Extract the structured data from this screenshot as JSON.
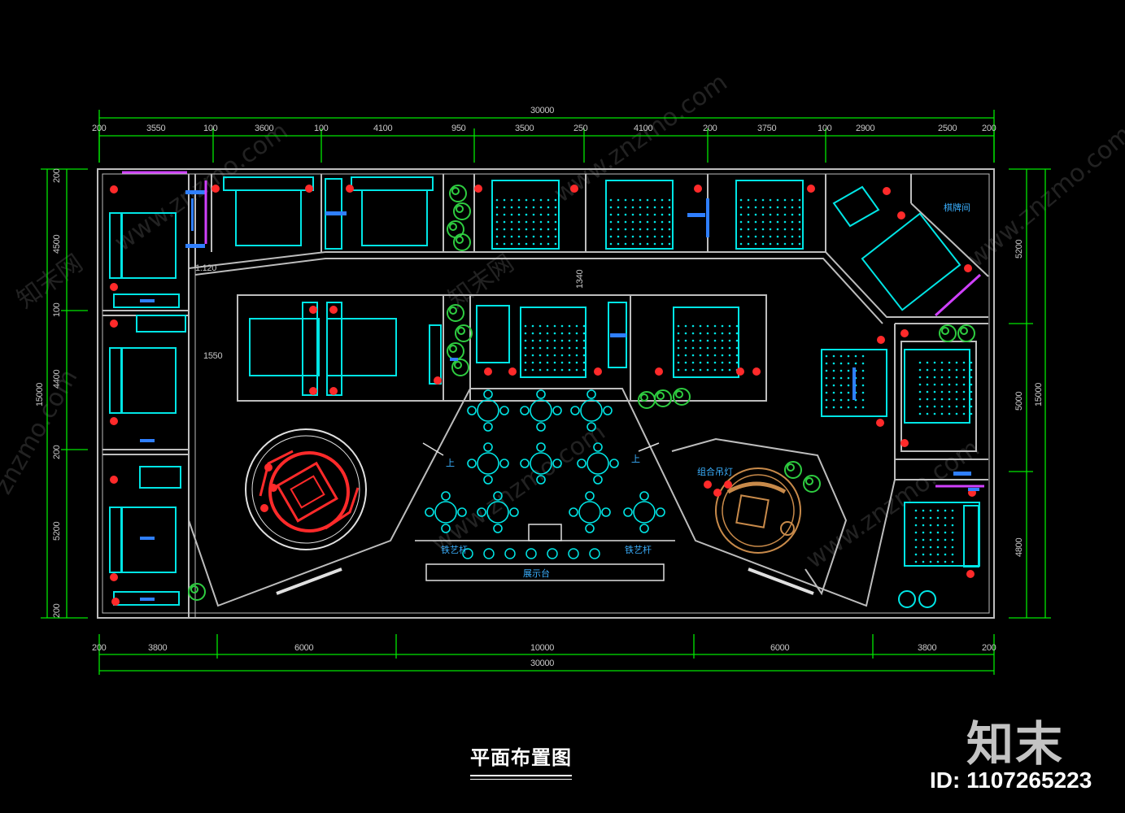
{
  "drawing": {
    "title": "平面布置图",
    "brand": "知末",
    "id_label": "ID: 1107265223",
    "watermarks": [
      "www.znzmo.com",
      "知末网",
      "znzmo.com"
    ]
  },
  "dimensions": {
    "top_total": "30000",
    "top_segments": [
      "200",
      "3550",
      "100",
      "3600",
      "100",
      "4100",
      "950",
      "3500",
      "250",
      "4100",
      "200",
      "3750",
      "100",
      "2900",
      "2500",
      "200"
    ],
    "bottom_segments": [
      "200",
      "3800",
      "6000",
      "10000",
      "6000",
      "3800",
      "200"
    ],
    "bottom_total": "30000",
    "left_segments": [
      "200",
      "4500",
      "100",
      "4400",
      "200",
      "5200",
      "200"
    ],
    "left_total": "15000",
    "right_segments": [
      "5200",
      "5000",
      "4800"
    ],
    "right_total": "15000",
    "interior": [
      "1340",
      "1550",
      "1:120"
    ]
  },
  "labels": {
    "stair_up_1": "上",
    "stair_up_2": "上",
    "bar_stool_1": "铁艺杆",
    "bar_stool_2": "铁艺杆",
    "bar_counter": "展示台",
    "lamp": "组合吊灯",
    "room_top_right": "棋牌间"
  },
  "colors": {
    "dimension": "#00e600",
    "wall": "#bdbdbd",
    "furniture": "#00e5e5",
    "accent_red": "#ff2a2a",
    "plant": "#2ecc40",
    "label": "#3ab0ff",
    "brown": "#c88a4a",
    "purple": "#d040ff"
  }
}
